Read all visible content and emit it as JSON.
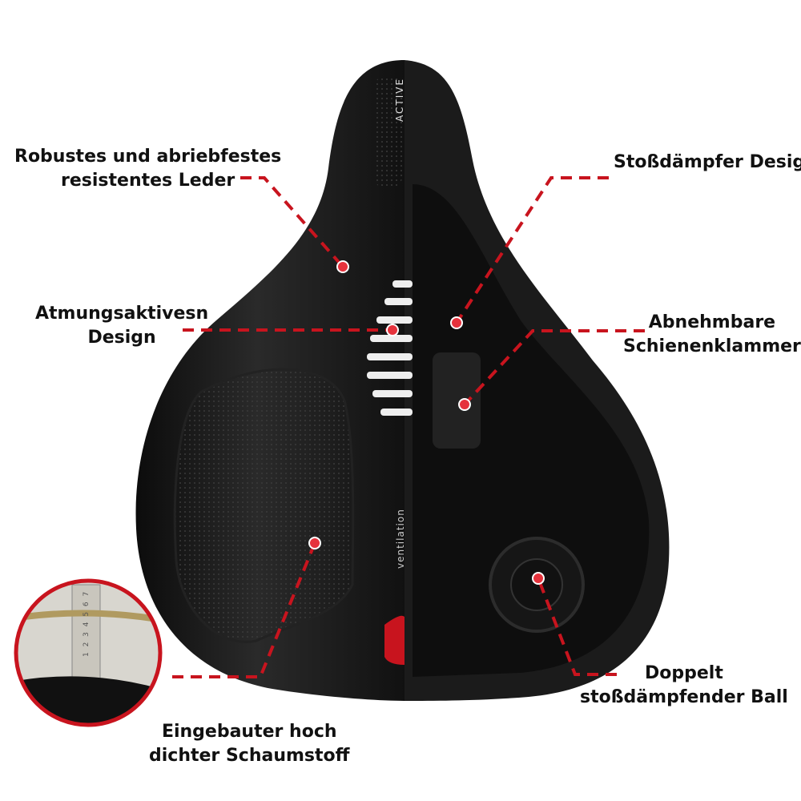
{
  "labels": {
    "leather": [
      "Robustes und abriebfestes",
      "resistentes Leder"
    ],
    "shock": [
      "Stoßdämpfer Design"
    ],
    "breathable": [
      "Atmungsaktivesn",
      "Design"
    ],
    "clamp": [
      "Abnehmbare",
      "Schienenklammer"
    ],
    "ball": [
      "Doppelt",
      "stoßdämpfender Ball"
    ],
    "foam": [
      "Eingebauter hoch",
      "dichter Schaumstoff"
    ]
  },
  "product_text": {
    "brand": "ACTIVE",
    "ventilation": "ventilation"
  },
  "ruler_digits": "1 2 3 4 5 6 7",
  "colors": {
    "accent": "#c8141e",
    "saddle": "#1a1a1a",
    "background": "#ffffff"
  }
}
